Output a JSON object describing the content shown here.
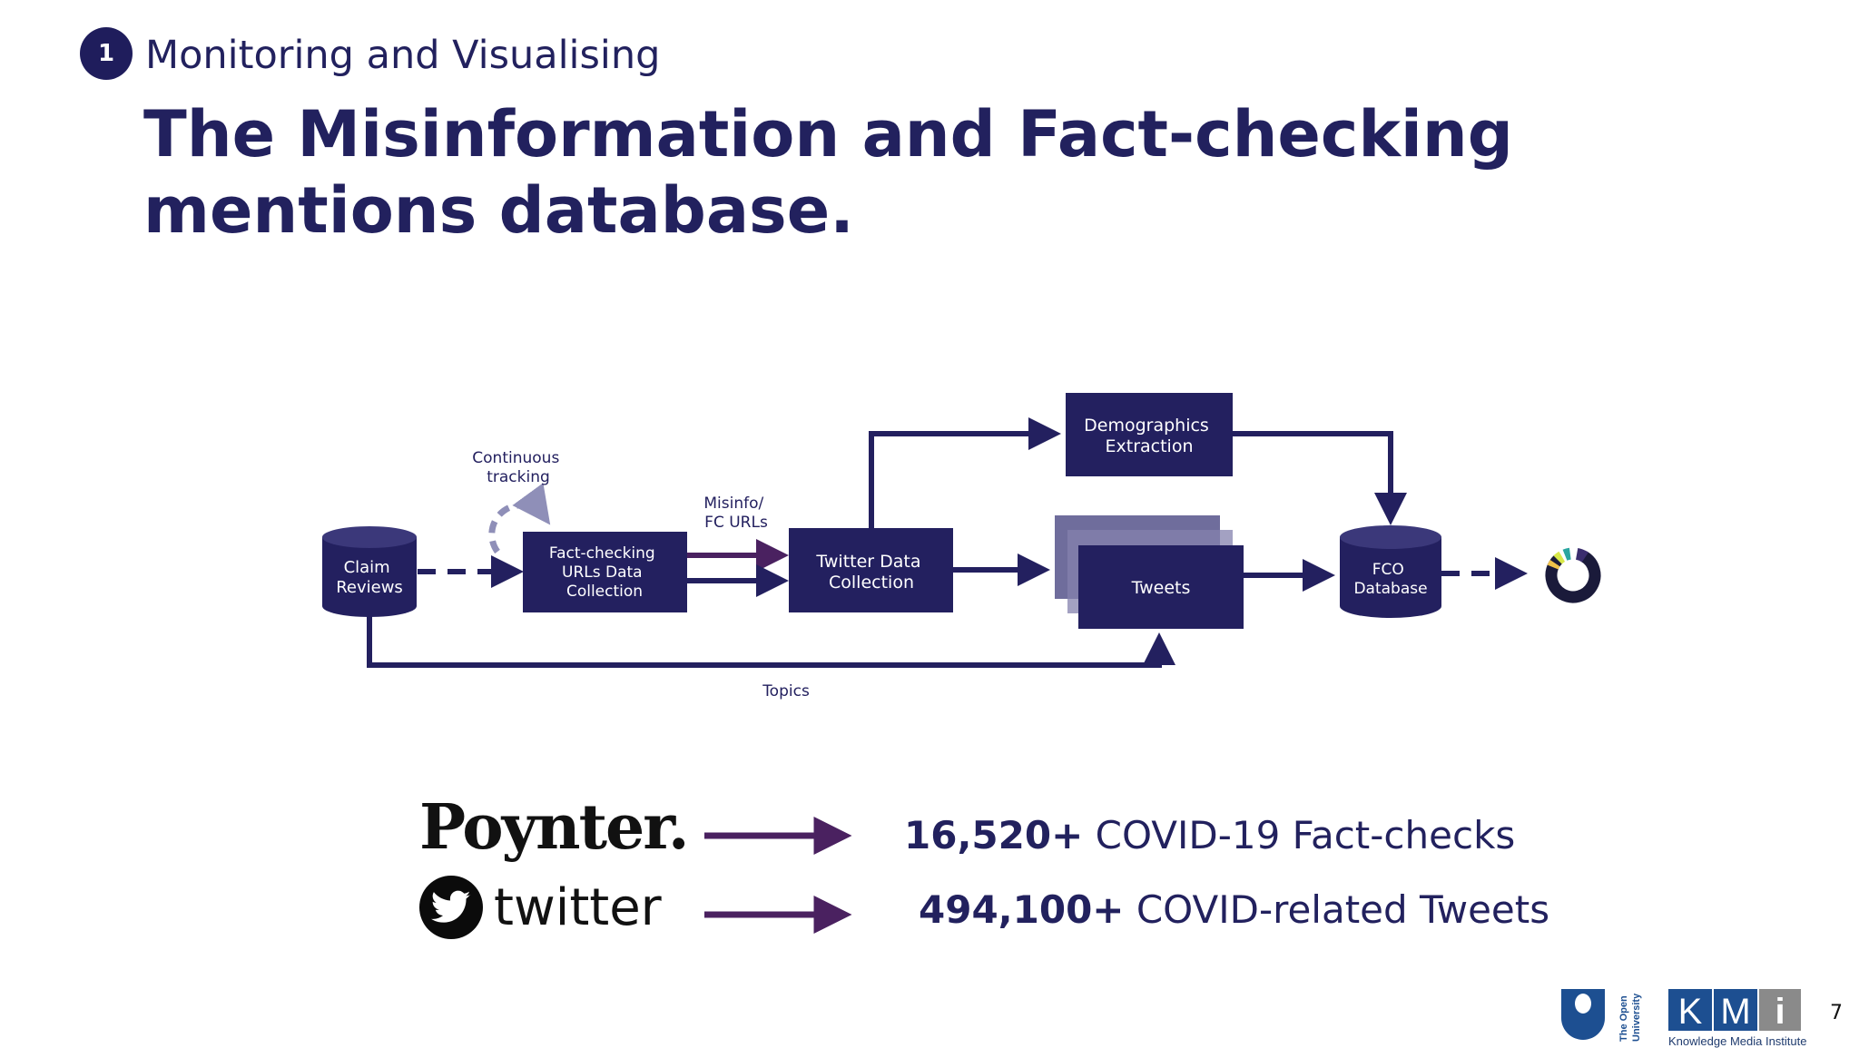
{
  "header": {
    "step_number": "1",
    "section_label": "Monitoring and Visualising",
    "title": "The Misinformation and Fact-checking mentions database."
  },
  "diagram": {
    "nodes": {
      "claim_reviews": [
        "Claim",
        "Reviews"
      ],
      "fact_checking": [
        "Fact-checking",
        "URLs Data",
        "Collection"
      ],
      "twitter_collection": [
        "Twitter Data",
        "Collection"
      ],
      "demographics": [
        "Demographics",
        "Extraction"
      ],
      "tweets": "Tweets",
      "fco_database": [
        "FCO",
        "Database"
      ]
    },
    "labels": {
      "continuous_tracking": [
        "Continuous",
        "tracking"
      ],
      "misinfo_urls": [
        "Misinfo/",
        "FC URLs"
      ],
      "topics": "Topics"
    },
    "colors": {
      "node": "#23205f",
      "accent": "#4a2160",
      "stack_back": "#6f6d9c",
      "dashed_loop": "#8f8fb8"
    }
  },
  "sources": {
    "poynter_logo": "Poynter.",
    "twitter_logo": "twitter"
  },
  "stats": [
    {
      "value": "16,520+",
      "label": "COVID-19 Fact-checks"
    },
    {
      "value": "494,100+",
      "label": "COVID-related Tweets"
    }
  ],
  "footer": {
    "ou_logo": "The Open University",
    "kmi_logo": "KMi",
    "kmi_subtitle": "Knowledge Media Institute",
    "page_number": "7"
  }
}
